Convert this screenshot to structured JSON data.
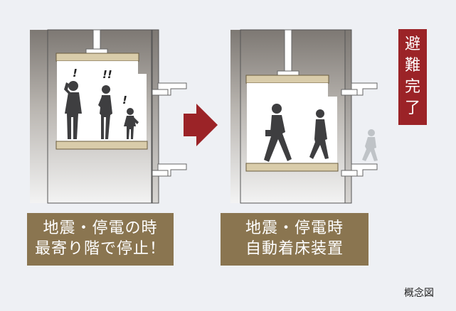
{
  "left_panel": {
    "caption_lines": [
      "地震・停電の時",
      "最寄り階で停止！"
    ],
    "exclamations": [
      "!",
      "!!",
      "!"
    ]
  },
  "right_panel": {
    "caption_lines": [
      "地震・停電時",
      "自動着床装置"
    ]
  },
  "badge_chars": [
    "避",
    "難",
    "完",
    "了"
  ],
  "note": "概念図",
  "colors": {
    "caption_bg": "#8a7550",
    "badge_bg": "#9b2327",
    "arrow": "#9b2327",
    "platform": "#d9ccaa",
    "shaft": "#8a8580"
  }
}
